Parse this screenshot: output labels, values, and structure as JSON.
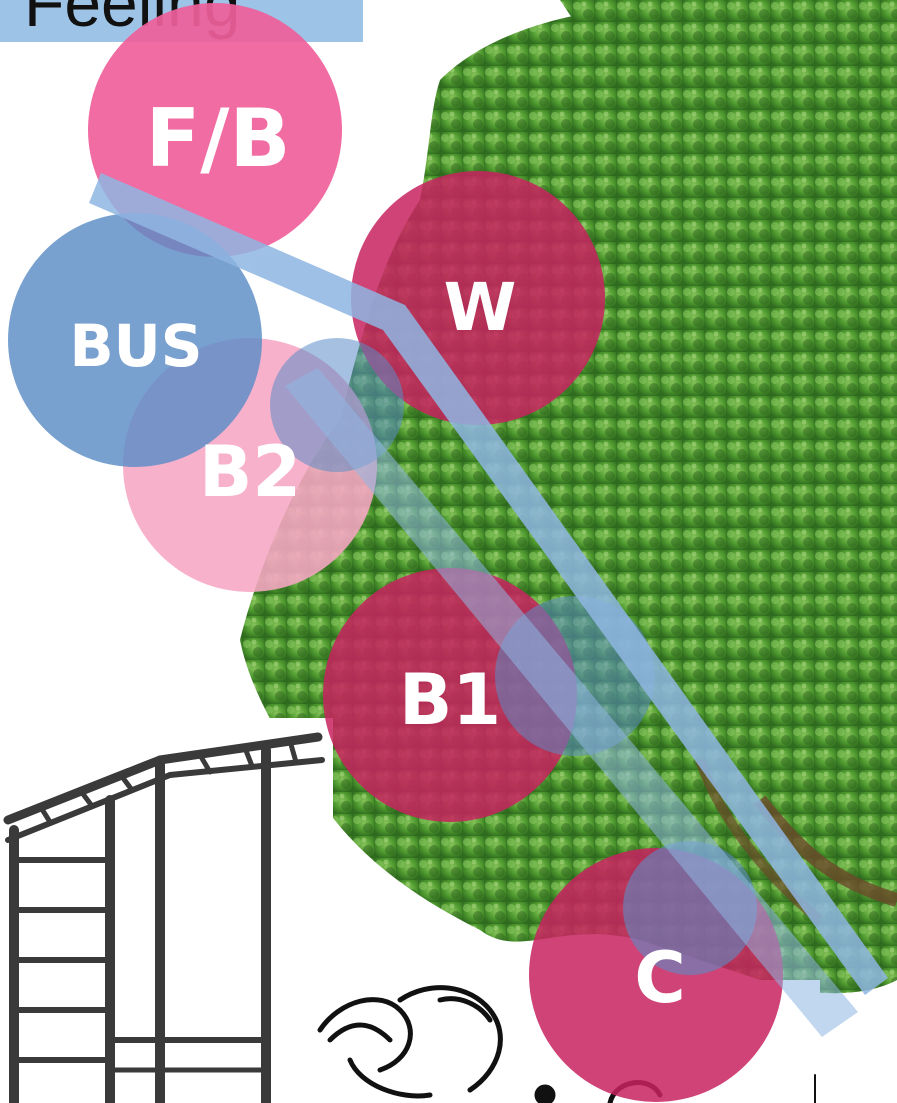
{
  "title": {
    "text": "Feeling"
  },
  "zones": [
    {
      "id": "fb",
      "label": "F/B",
      "tone": "pink"
    },
    {
      "id": "w",
      "label": "W",
      "tone": "pink-dark"
    },
    {
      "id": "bus",
      "label": "BUS",
      "tone": "blue"
    },
    {
      "id": "b2",
      "label": "B2",
      "tone": "pink-light"
    },
    {
      "id": "b1",
      "label": "B1",
      "tone": "pink-dark"
    },
    {
      "id": "c",
      "label": "C",
      "tone": "pink-dark"
    }
  ],
  "colors": {
    "pink": "#f0609a",
    "pink_dark": "#c8225f",
    "pink_light": "#f7a6c4",
    "blue": "#5b8cc6",
    "path_blue": "#8fb6e2",
    "title_box": "#9dc3e6",
    "tree_dark": "#2f6b1f",
    "tree_mid": "#4f9a2f",
    "tree_light": "#86c35a",
    "frame": "#3a3a3a"
  },
  "images": {
    "tree": "tree-image",
    "frame": "climbing-frame-image",
    "sketch": "hand-sketch-image"
  }
}
